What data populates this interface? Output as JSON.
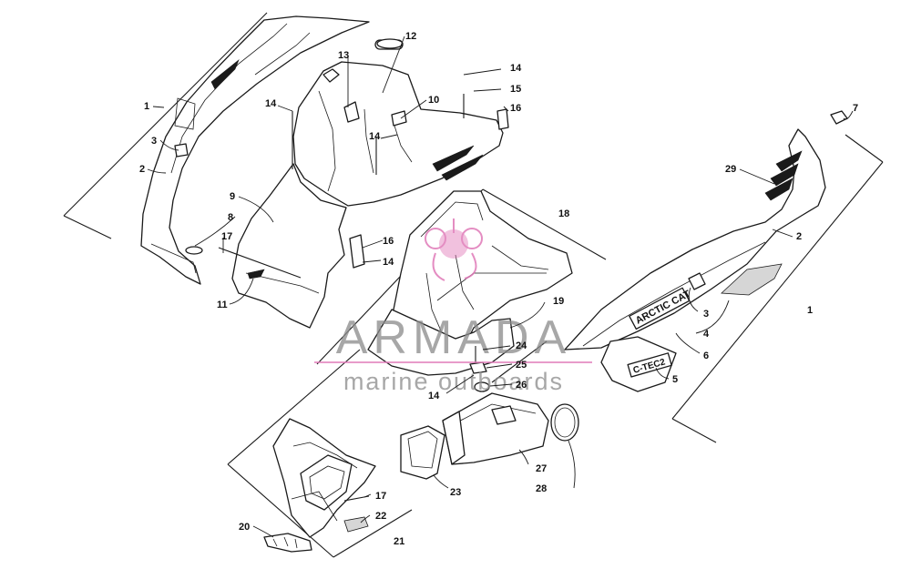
{
  "callouts": {
    "c1a": "1",
    "c2a": "2",
    "c3a": "3",
    "c8": "8",
    "c17a": "17",
    "c9": "9",
    "c11": "11",
    "c13": "13",
    "c12": "12",
    "c14a": "14",
    "c10": "10",
    "c14b": "14",
    "c14c": "14",
    "c15": "15",
    "c16a": "16",
    "c16b": "16",
    "c14d": "14",
    "c18": "18",
    "c19": "19",
    "c24": "24",
    "c25": "25",
    "c26": "26",
    "c14e": "14",
    "c27": "27",
    "c23": "23",
    "c28": "28",
    "c17b": "17",
    "c22": "22",
    "c20": "20",
    "c21": "21",
    "c7": "7",
    "c29": "29",
    "c2b": "2",
    "c1b": "1",
    "c3b": "3",
    "c4": "4",
    "c6": "6",
    "c5": "5"
  },
  "decals": {
    "brand": "ARCTIC CAT",
    "model": "C-TEC2"
  },
  "watermark": {
    "main": "ARMADA",
    "sub": "marine outboards",
    "accent_color": "#e07ab8"
  }
}
